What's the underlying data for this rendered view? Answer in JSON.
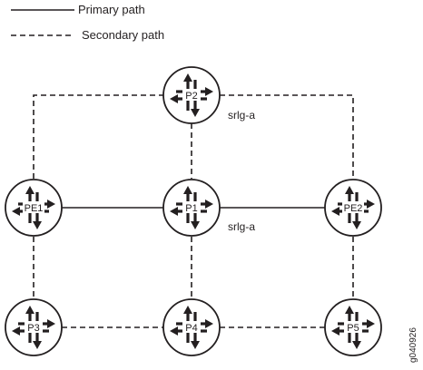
{
  "legend": {
    "primary_label": "Primary path",
    "secondary_label": "Secondary path"
  },
  "routers": [
    {
      "id": "P2",
      "label": "P2"
    },
    {
      "id": "PE1",
      "label": "PE1"
    },
    {
      "id": "P1",
      "label": "P1"
    },
    {
      "id": "PE2",
      "label": "PE2"
    },
    {
      "id": "P3",
      "label": "P3"
    },
    {
      "id": "P4",
      "label": "P4"
    },
    {
      "id": "P5",
      "label": "P5"
    }
  ],
  "annotations": {
    "srlg_p2": "srlg-a",
    "srlg_p1": "srlg-a"
  },
  "figure_id": "g040926",
  "colors": {
    "stroke": "#231f20",
    "arrow": "#231f20",
    "background": "#ffffff"
  },
  "icons": {
    "router": "router-arrows-icon"
  }
}
